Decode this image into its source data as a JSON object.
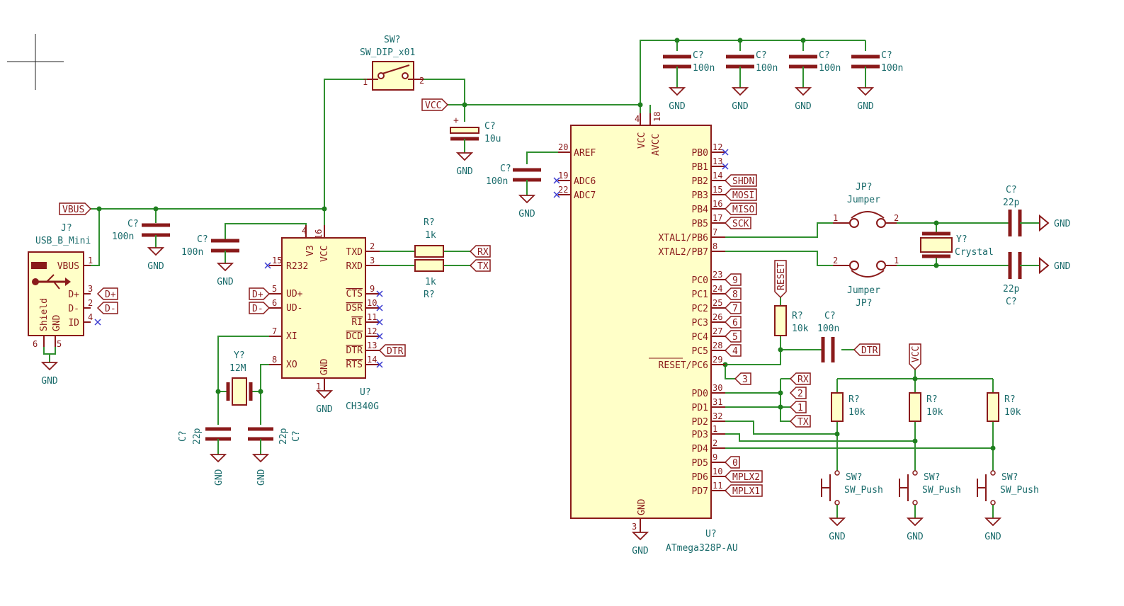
{
  "components": {
    "usb": {
      "ref": "J?",
      "value": "USB_B_Mini",
      "pins": {
        "vbus": "VBUS",
        "dp": "D+",
        "dm": "D-",
        "id": "ID",
        "gnd": "GND",
        "shield": "Shield"
      },
      "pin_numbers": [
        "1",
        "3",
        "2",
        "4",
        "6",
        "5"
      ]
    },
    "ch340": {
      "ref": "U?",
      "value": "CH340G",
      "left_pins": [
        "R232",
        "UD+",
        "UD-",
        "XI",
        "XO"
      ],
      "right_pins": [
        "TXD",
        "RXD",
        "CTS",
        "DSR",
        "RI",
        "DCD",
        "DTR",
        "RTS"
      ],
      "top_pins": [
        "V3",
        "VCC"
      ],
      "bottom_pin": "GND"
    },
    "mcu": {
      "ref": "U?",
      "value": "ATmega328P-AU",
      "left_pins": [
        "AREF",
        "ADC6",
        "ADC7"
      ],
      "top_pins": [
        "VCC",
        "AVCC"
      ],
      "bottom_pin": "GND",
      "right_pins": [
        "PB0",
        "PB1",
        "PB2",
        "PB3",
        "PB4",
        "PB5",
        "XTAL1/PB6",
        "XTAL2/PB7",
        "PC0",
        "PC1",
        "PC2",
        "PC3",
        "PC4",
        "PC5",
        "RESET/PC6",
        "PD0",
        "PD1",
        "PD2",
        "PD3",
        "PD4",
        "PD5",
        "PD6",
        "PD7"
      ],
      "right_pin_numbers": [
        "12",
        "13",
        "14",
        "15",
        "16",
        "17",
        "7",
        "8",
        "23",
        "24",
        "25",
        "26",
        "27",
        "28",
        "29",
        "30",
        "31",
        "32",
        "1",
        "2",
        "9",
        "10",
        "11"
      ],
      "left_pin_numbers": [
        "20",
        "19",
        "22"
      ],
      "top_pin_numbers": [
        "4",
        "18"
      ],
      "bottom_pin_number": "3"
    },
    "sw_dip": {
      "ref": "SW?",
      "value": "SW_DIP_x01",
      "pin1": "1",
      "pin2": "2"
    },
    "c_vbus": {
      "ref": "C?",
      "value": "100n"
    },
    "c_v3": {
      "ref": "C?",
      "value": "100n"
    },
    "c_10u": {
      "ref": "C?",
      "value": "10u",
      "polarity": "+"
    },
    "c_aref": {
      "ref": "C?",
      "value": "100n"
    },
    "c_top": [
      {
        "ref": "C?",
        "value": "100n"
      },
      {
        "ref": "C?",
        "value": "100n"
      },
      {
        "ref": "C?",
        "value": "100n"
      },
      {
        "ref": "C?",
        "value": "100n"
      }
    ],
    "crystal_12m": {
      "ref": "Y?",
      "value": "12M"
    },
    "c_xi": {
      "ref": "C?",
      "value": "22p"
    },
    "c_xo": {
      "ref": "C?",
      "value": "22p"
    },
    "r_rx": {
      "ref": "R?",
      "value": "1k"
    },
    "r_tx": {
      "ref": "R?",
      "value": "1k"
    },
    "jp1": {
      "ref": "JP?",
      "value": "Jumper",
      "pin1": "1",
      "pin2": "2"
    },
    "jp2": {
      "ref": "JP?",
      "value": "Jumper",
      "pin1": "2",
      "pin2": "1"
    },
    "crystal": {
      "ref": "Y?",
      "value": "Crystal"
    },
    "c_x1": {
      "ref": "C?",
      "value": "22p"
    },
    "c_x2": {
      "ref": "C?",
      "value": "22p"
    },
    "r_reset": {
      "ref": "R?",
      "value": "10k"
    },
    "c_reset": {
      "ref": "C?",
      "value": "100n"
    },
    "r_btn": [
      {
        "ref": "R?",
        "value": "10k"
      },
      {
        "ref": "R?",
        "value": "10k"
      },
      {
        "ref": "R?",
        "value": "10k"
      }
    ],
    "sw_btn": [
      {
        "ref": "SW?",
        "value": "SW_Push"
      },
      {
        "ref": "SW?",
        "value": "SW_Push"
      },
      {
        "ref": "SW?",
        "value": "SW_Push"
      }
    ]
  },
  "nets": {
    "gnd": "GND",
    "vbus": "VBUS",
    "vcc": "VCC",
    "dplus": "D+",
    "dminus": "D-",
    "rx": "RX",
    "tx": "TX",
    "dtr": "DTR",
    "shdn": "SHDN",
    "mosi": "MOSI",
    "miso": "MISO",
    "sck": "SCK",
    "reset": "RESET",
    "mplx1": "MPLX1",
    "mplx2": "MPLX2",
    "pc_labels": [
      "9",
      "8",
      "7",
      "6",
      "5",
      "4",
      "3"
    ],
    "pd_labels": [
      "2",
      "1",
      "0"
    ]
  },
  "colors": {
    "wire": "#2f8f2f",
    "symbol": "#8a1a1a",
    "fill": "#ffffc8",
    "value_text": "#1a6b6b",
    "no_connect": "#3b3bd0"
  }
}
